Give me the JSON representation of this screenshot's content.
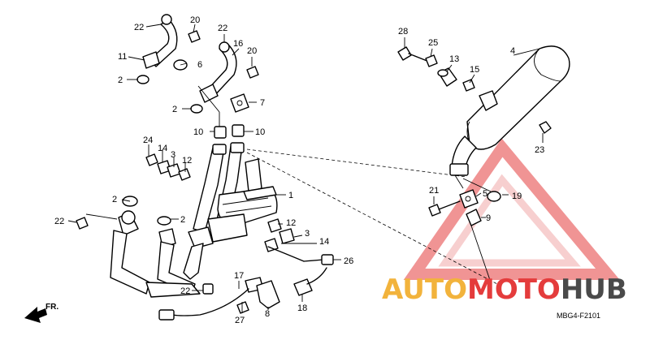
{
  "diagram_code": "MBG4-F2101",
  "direction": "FR.",
  "brand_colors": {
    "accent": "#e43c3c",
    "gold": "#f2b33c",
    "dark": "#4a4a4a"
  },
  "watermark": {
    "part1": "AUTO",
    "part2": "MOTO",
    "part3": "HUB"
  },
  "callouts": [
    "22",
    "20",
    "11",
    "6",
    "2",
    "22",
    "16",
    "20",
    "2",
    "7",
    "10",
    "10",
    "1",
    "24",
    "14",
    "3",
    "12",
    "2",
    "2",
    "22",
    "12",
    "3",
    "14",
    "26",
    "22",
    "17",
    "27",
    "8",
    "18",
    "28",
    "25",
    "13",
    "15",
    "4",
    "23",
    "21",
    "5",
    "19",
    "9"
  ]
}
